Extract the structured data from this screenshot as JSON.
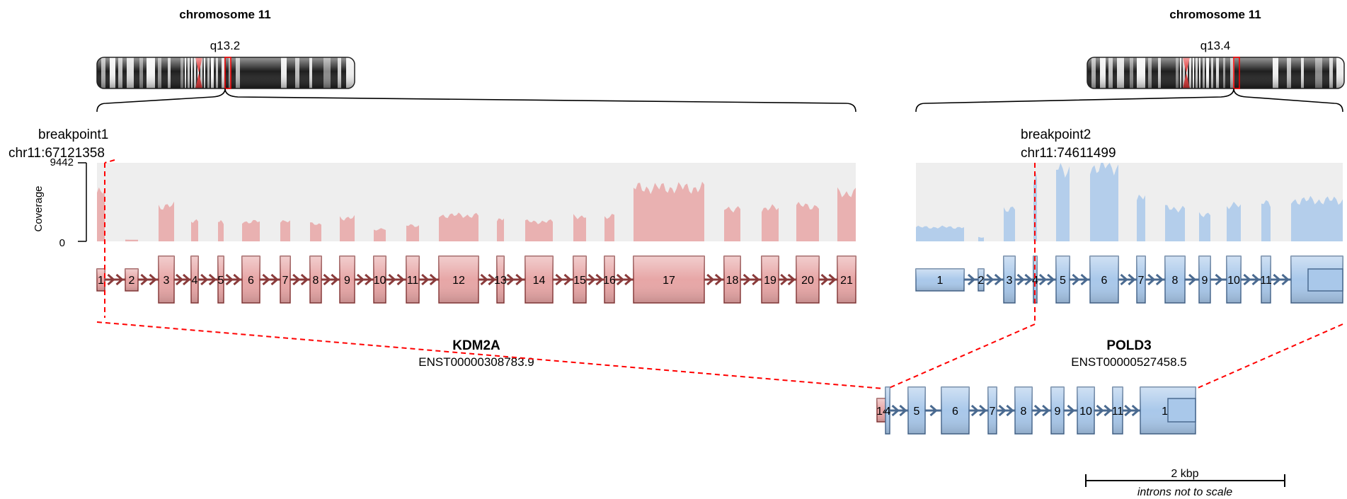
{
  "colors": {
    "gene1_fill": "#e7a6a6",
    "gene1_stroke": "#8a3b3b",
    "gene2_fill": "#a9c8ea",
    "gene2_stroke": "#4a6a90",
    "coverage_bg": "#eeeeee",
    "breakpoint_line": "#ff0000"
  },
  "left_chromosome": {
    "title": "chromosome 11",
    "band": "q13.2"
  },
  "right_chromosome": {
    "title": "chromosome 11",
    "band": "q13.4"
  },
  "breakpoint1": {
    "label": "breakpoint1",
    "position": "chr11:67121358"
  },
  "breakpoint2": {
    "label": "breakpoint2",
    "position": "chr11:74611499"
  },
  "coverage": {
    "axis_label": "Coverage",
    "max": "9442",
    "min": "0"
  },
  "gene1": {
    "name": "KDM2A",
    "transcript": "ENST00000308783.9",
    "exons": [
      "1",
      "2",
      "3",
      "4",
      "5",
      "6",
      "7",
      "8",
      "9",
      "10",
      "11",
      "12",
      "13",
      "14",
      "15",
      "16",
      "17",
      "18",
      "19",
      "20",
      "21"
    ]
  },
  "gene2": {
    "name": "POLD3",
    "transcript": "ENST00000527458.5",
    "exons": [
      "1",
      "2",
      "3",
      "4",
      "5",
      "6",
      "7",
      "8",
      "9",
      "10",
      "11",
      "12"
    ]
  },
  "fusion": {
    "exons": [
      "14",
      "4",
      "5",
      "6",
      "7",
      "8",
      "9",
      "10",
      "11",
      "12"
    ]
  },
  "scale": {
    "label": "2 kbp",
    "note": "introns not to scale"
  }
}
